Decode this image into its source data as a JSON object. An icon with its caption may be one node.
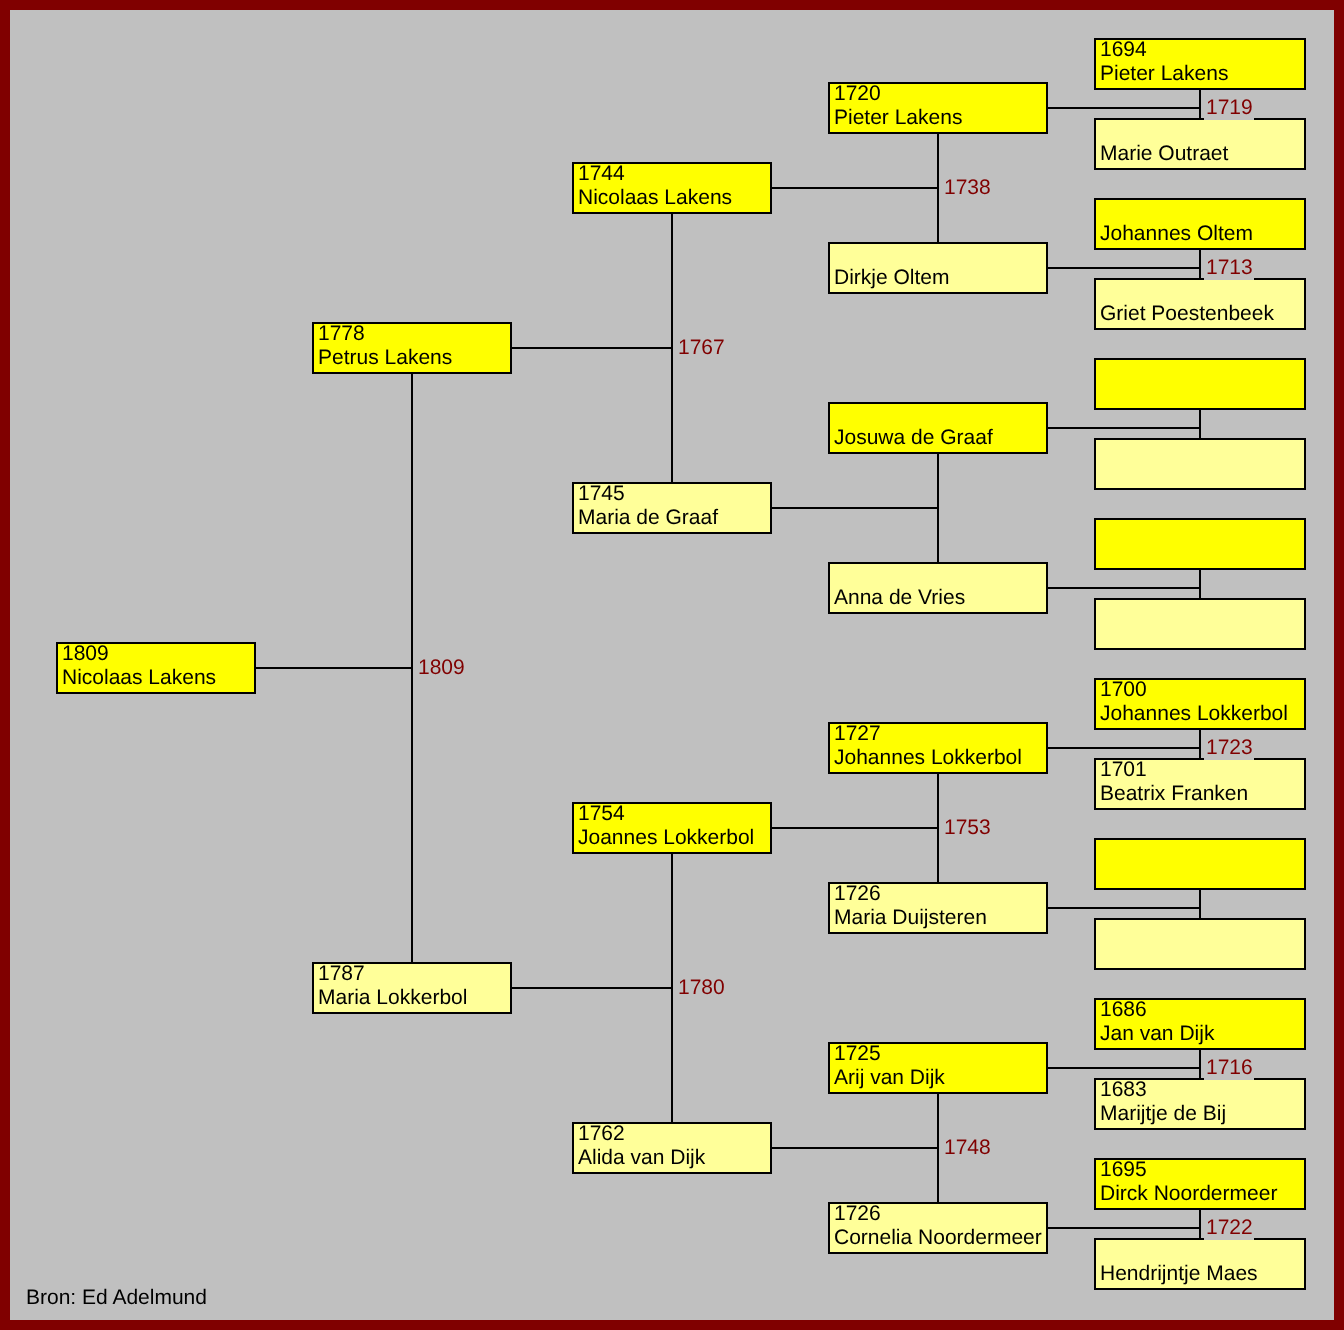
{
  "diagram": {
    "caption": "Bron: Ed Adelmund",
    "nodes": [
      {
        "text": [
          "1809",
          "Nicolaas Lakens"
        ]
      },
      {
        "text": [
          "1778",
          "Petrus Lakens"
        ]
      },
      {
        "text": [
          "1787",
          "Maria Lokkerbol"
        ]
      },
      {
        "text": [
          "1744",
          "Nicolaas Lakens"
        ]
      },
      {
        "text": [
          "1745",
          "Maria de Graaf"
        ]
      },
      {
        "text": [
          "1754",
          "Joannes Lokkerbol"
        ]
      },
      {
        "text": [
          "1762",
          "Alida van Dijk"
        ]
      },
      {
        "text": [
          "1720",
          "Pieter Lakens"
        ]
      },
      {
        "text": [
          "Dirkje Oltem"
        ]
      },
      {
        "text": [
          "Josuwa de Graaf"
        ]
      },
      {
        "text": [
          "Anna de Vries"
        ]
      },
      {
        "text": [
          "1727",
          "Johannes Lokkerbol"
        ]
      },
      {
        "text": [
          "1726",
          "Maria Duijsteren"
        ]
      },
      {
        "text": [
          "1725",
          "Arij van Dijk"
        ]
      },
      {
        "text": [
          "1726",
          "Cornelia Noordermeer"
        ]
      },
      {
        "text": [
          "1694",
          "Pieter Lakens"
        ]
      },
      {
        "text": [
          "Marie Outraet"
        ]
      },
      {
        "text": [
          "Johannes Oltem"
        ]
      },
      {
        "text": [
          "Griet Poestenbeek"
        ]
      },
      {
        "text": [],
        "shape": "box"
      },
      {
        "text": [],
        "shape": "box"
      },
      {
        "text": [],
        "shape": "box"
      },
      {
        "text": [],
        "shape": "box"
      },
      {
        "text": [
          "1700",
          "Johannes Lokkerbol"
        ]
      },
      {
        "text": [
          "1701",
          "Beatrix Franken"
        ]
      },
      {
        "text": [],
        "shape": "box"
      },
      {
        "text": [],
        "shape": "box"
      },
      {
        "text": [
          "1686",
          "Jan van Dijk"
        ]
      },
      {
        "text": [
          "1683",
          "Marijtje de Bij"
        ]
      },
      {
        "text": [
          "1695",
          "Dirck Noordermeer"
        ]
      },
      {
        "text": [
          "Hendrijntje Maes"
        ]
      }
    ],
    "edges": [
      {
        "from": 1,
        "to": 2,
        "arrow": "none",
        "label": "1809"
      },
      {
        "from": 0,
        "to": 1,
        "arrow": "none"
      },
      {
        "from": 0,
        "to": 2,
        "arrow": "none"
      },
      {
        "from": 3,
        "to": 4,
        "arrow": "none",
        "label": "1767"
      },
      {
        "from": 1,
        "to": 3,
        "arrow": "none"
      },
      {
        "from": 1,
        "to": 4,
        "arrow": "none"
      },
      {
        "from": 5,
        "to": 6,
        "arrow": "none",
        "label": "1780"
      },
      {
        "from": 2,
        "to": 5,
        "arrow": "none"
      },
      {
        "from": 2,
        "to": 6,
        "arrow": "none"
      },
      {
        "from": 7,
        "to": 8,
        "arrow": "none",
        "label": "1738"
      },
      {
        "from": 3,
        "to": 7,
        "arrow": "none"
      },
      {
        "from": 3,
        "to": 8,
        "arrow": "none"
      },
      {
        "from": 9,
        "to": 10,
        "arrow": "none"
      },
      {
        "from": 4,
        "to": 9,
        "arrow": "none"
      },
      {
        "from": 4,
        "to": 10,
        "arrow": "none"
      },
      {
        "from": 11,
        "to": 12,
        "arrow": "none",
        "label": "1753"
      },
      {
        "from": 5,
        "to": 11,
        "arrow": "none"
      },
      {
        "from": 5,
        "to": 12,
        "arrow": "none"
      },
      {
        "from": 13,
        "to": 14,
        "arrow": "none",
        "label": "1748"
      },
      {
        "from": 6,
        "to": 13,
        "arrow": "none"
      },
      {
        "from": 6,
        "to": 14,
        "arrow": "none"
      },
      {
        "from": 15,
        "to": 16,
        "arrow": "none",
        "label": "1719"
      },
      {
        "from": 7,
        "to": 15,
        "arrow": "none"
      },
      {
        "from": 7,
        "to": 16,
        "arrow": "none"
      },
      {
        "from": 17,
        "to": 18,
        "arrow": "none",
        "label": "1713"
      },
      {
        "from": 8,
        "to": 17,
        "arrow": "none"
      },
      {
        "from": 8,
        "to": 18,
        "arrow": "none"
      },
      {
        "from": 19,
        "to": 20,
        "arrow": "none"
      },
      {
        "from": 9,
        "to": 19,
        "arrow": "none"
      },
      {
        "from": 9,
        "to": 20,
        "arrow": "none"
      },
      {
        "from": 21,
        "to": 22,
        "arrow": "none"
      },
      {
        "from": 10,
        "to": 21,
        "arrow": "none"
      },
      {
        "from": 10,
        "to": 22,
        "arrow": "none"
      },
      {
        "from": 23,
        "to": 24,
        "arrow": "none",
        "label": "1723"
      },
      {
        "from": 11,
        "to": 23,
        "arrow": "none"
      },
      {
        "from": 11,
        "to": 24,
        "arrow": "none"
      },
      {
        "from": 25,
        "to": 26,
        "arrow": "none"
      },
      {
        "from": 12,
        "to": 25,
        "arrow": "none"
      },
      {
        "from": 12,
        "to": 26,
        "arrow": "none"
      },
      {
        "from": 27,
        "to": 28,
        "arrow": "none",
        "label": "1716"
      },
      {
        "from": 13,
        "to": 27,
        "arrow": "none"
      },
      {
        "from": 13,
        "to": 28,
        "arrow": "none"
      },
      {
        "from": 29,
        "to": 30,
        "arrow": "none",
        "label": "1722"
      },
      {
        "from": 14,
        "to": 29,
        "arrow": "none"
      },
      {
        "from": 14,
        "to": 30,
        "arrow": "none"
      }
    ]
  }
}
